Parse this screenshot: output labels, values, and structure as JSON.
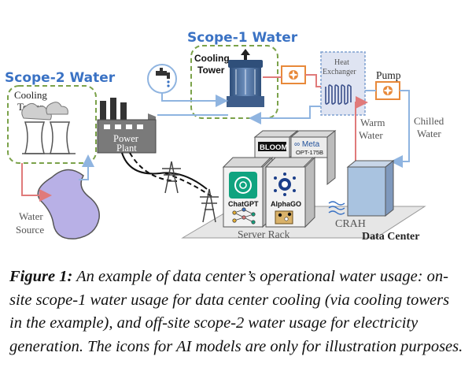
{
  "labels": {
    "scope1": "Scope-1 Water",
    "scope2": "Scope-2 Water",
    "cooling_tower": [
      "Cooling",
      "Tower"
    ],
    "power_plant": [
      "Power",
      "Plant"
    ],
    "water_source": [
      "Water",
      "Source"
    ],
    "heat_exchanger": [
      "Heat",
      "Exchanger"
    ],
    "pump": "Pump",
    "warm_water": [
      "Warm",
      "Water"
    ],
    "chilled_water": [
      "Chilled",
      "Water"
    ],
    "crah": "CRAH",
    "server_rack": "Server Rack",
    "data_center": "Data Center"
  },
  "models": {
    "bloom": "BLOOM",
    "meta": "∞ Meta",
    "opt": "OPT-175B",
    "chatgpt": "ChatGPT",
    "alphago": "AlphaGO"
  },
  "caption": {
    "label": "Figure 1:",
    "text": " An example of data center’s operational water usage: on-site scope-1 water usage for data center cooling (via cooling towers in the example), and off-site scope-2 water usage for electricity generation.  The icons for AI models are only for illustration purposes."
  },
  "colors": {
    "scope_label": "#3a72c4",
    "dashed_border": "#7ba24a",
    "water_line": "#8fb4e0",
    "warm_line": "#e07a7a",
    "pump_orange": "#e8893a"
  }
}
